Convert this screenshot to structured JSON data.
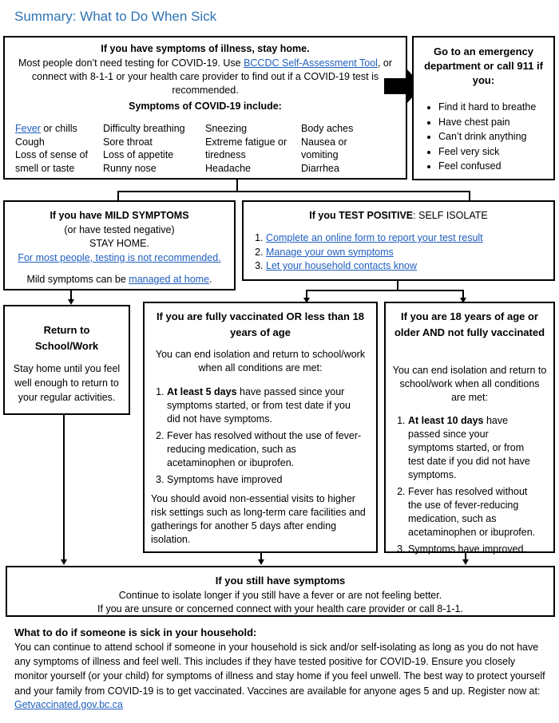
{
  "page_title": "Summary: What to Do When Sick",
  "top_box": {
    "heading": "If you have symptoms of illness, stay home.",
    "line1_pre": "Most people don’t need testing for COVID-19. Use ",
    "line1_link": "BCCDC Self-Assessment Tool",
    "line1_post": ", or connect with 8-1-1 or your health care provider to find out if a COVID-19 test is recommended.",
    "symptoms_heading": "Symptoms of COVID-19 include:",
    "symptoms_col1_link": "Fever",
    "symptoms_col1": [
      " or chills",
      "Cough",
      "Loss of sense of",
      "smell or taste"
    ],
    "symptoms_col2": [
      "Difficulty breathing",
      "Sore throat",
      "Loss of appetite",
      "Runny nose"
    ],
    "symptoms_col3": [
      "Sneezing",
      "Extreme fatigue or",
      "tiredness",
      "Headache"
    ],
    "symptoms_col4": [
      "Body aches",
      "Nausea or",
      "vomiting",
      "Diarrhea"
    ]
  },
  "emergency_box": {
    "heading": "Go to an emergency department or call 911 if you:",
    "items": [
      "Find it hard to breathe",
      "Have chest pain",
      "Can’t drink anything",
      "Feel very sick",
      "Feel confused"
    ]
  },
  "mild_box": {
    "heading_pre": "If you have ",
    "heading_bold": "MILD SYMPTOMS",
    "line2": "(or have tested negative)",
    "line3": "STAY HOME.",
    "link": "For most people, testing is not recommended.",
    "managed_pre": "Mild symptoms can be ",
    "managed_link": "managed at home",
    "managed_post": "."
  },
  "positive_box": {
    "heading_bold": "If you TEST POSITIVE",
    "heading_rest": ": SELF ISOLATE",
    "items": [
      "Complete an online form to report your test result",
      "Manage your own symptoms",
      "Let your household contacts know"
    ]
  },
  "return_box": {
    "heading": "Return to School/Work",
    "text": "Stay home until you feel well enough to return to your regular activities."
  },
  "vacc_box": {
    "heading": "If you are fully vaccinated OR less than 18 years of age",
    "intro": "You can end isolation and return to school/work when all conditions are met:",
    "item1_bold": "At least 5 days",
    "item1_rest": " have passed since your symptoms started, or from test date if you did not have symptoms.",
    "item2": "Fever has resolved without the use of fever-reducing medication, such as acetaminophen or ibuprofen.",
    "item3": "Symptoms have improved",
    "footer": "You should avoid non-essential visits to higher risk settings such as long-term care facilities and gatherings for another 5 days after ending isolation."
  },
  "unvacc_box": {
    "heading": "If you are 18 years of age or older AND not fully vaccinated",
    "intro": "You can end isolation and return to school/work when all conditions are met:",
    "item1_bold": "At least 10 days",
    "item1_rest": " have passed since your symptoms started, or from test date if you did not have symptoms.",
    "item2": "Fever has resolved without the use of fever-reducing medication, such as acetaminophen or ibuprofen.",
    "item3": "Symptoms have improved."
  },
  "still_box": {
    "heading": "If you still have symptoms",
    "line1": "Continue to isolate longer if you still have a fever or are not feeling better.",
    "line2": "If you are unsure or concerned connect with your health care provider or call 8-1-1."
  },
  "household": {
    "heading": "What to do if someone is sick in your household:",
    "text": "You can continue to attend school if someone in your household is sick and/or self-isolating as long as you do not have any symptoms of illness and feel well. This includes if they have tested positive for COVID-19. Ensure you closely monitor yourself (or your child) for symptoms of illness and stay home if you feel unwell. The best way to protect yourself and your family from COVID-19 is to get vaccinated. Vaccines are available for anyone ages 5 and up. Register now at:",
    "link": "Getvaccinated.gov.bc.ca"
  }
}
